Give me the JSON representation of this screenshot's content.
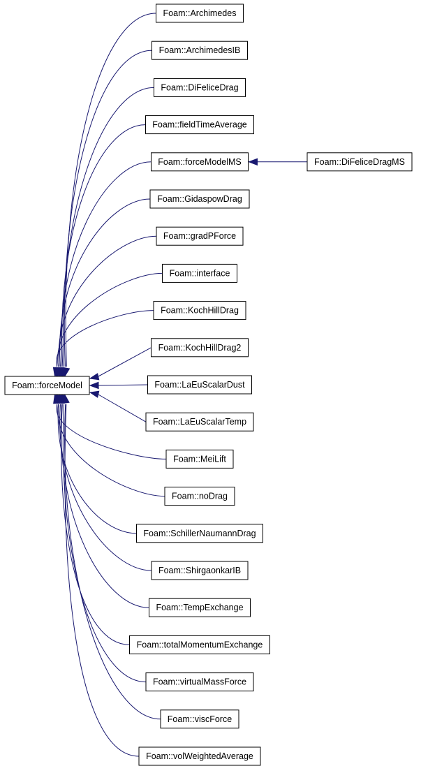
{
  "diagram": {
    "type": "inheritance-graph",
    "edge_color": "#191970",
    "node_border_color": "#000000",
    "node_fill_color": "#ffffff",
    "base_class": {
      "label": "Foam::forceModel"
    },
    "derived_classes": [
      {
        "label": "Foam::Archimedes"
      },
      {
        "label": "Foam::ArchimedesIB"
      },
      {
        "label": "Foam::DiFeliceDrag"
      },
      {
        "label": "Foam::fieldTimeAverage"
      },
      {
        "label": "Foam::forceModelMS"
      },
      {
        "label": "Foam::GidaspowDrag"
      },
      {
        "label": "Foam::gradPForce"
      },
      {
        "label": "Foam::interface"
      },
      {
        "label": "Foam::KochHillDrag"
      },
      {
        "label": "Foam::KochHillDrag2"
      },
      {
        "label": "Foam::LaEuScalarDust"
      },
      {
        "label": "Foam::LaEuScalarTemp"
      },
      {
        "label": "Foam::MeiLift"
      },
      {
        "label": "Foam::noDrag"
      },
      {
        "label": "Foam::SchillerNaumannDrag"
      },
      {
        "label": "Foam::ShirgaonkarIB"
      },
      {
        "label": "Foam::TempExchange"
      },
      {
        "label": "Foam::totalMomentumExchange"
      },
      {
        "label": "Foam::virtualMassForce"
      },
      {
        "label": "Foam::viscForce"
      },
      {
        "label": "Foam::volWeightedAverage"
      }
    ],
    "grandchild_classes": [
      {
        "label": "Foam::DiFeliceDragMS",
        "parent": "Foam::forceModelMS"
      }
    ]
  }
}
